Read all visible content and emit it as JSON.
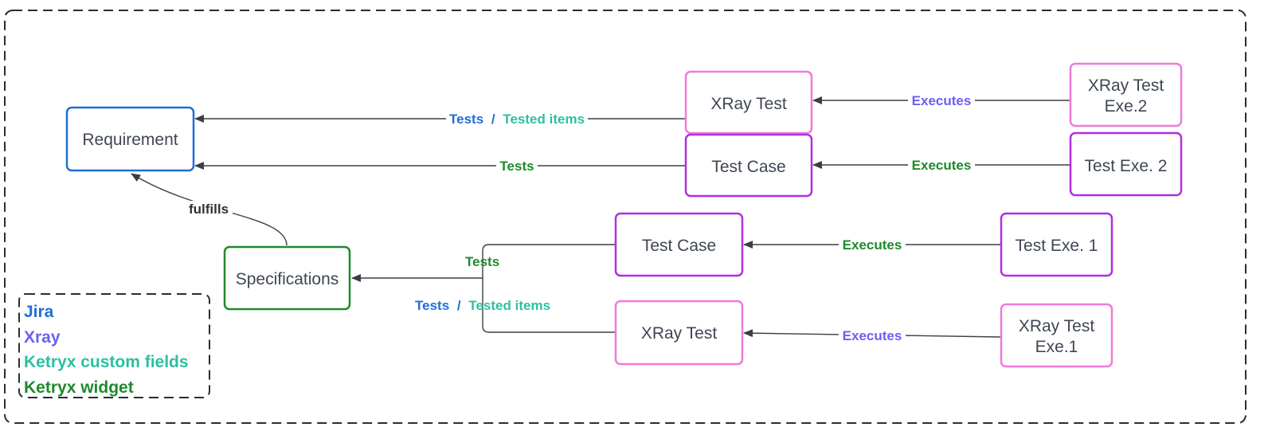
{
  "colors": {
    "jira": "#1f6fd6",
    "xray": "#6b5ff2",
    "ketryx_fields": "#2dbfa1",
    "ketryx_widget": "#1e8a2c",
    "xray_node": "#f07ad8",
    "test_node": "#b12ee3",
    "text": "#3f4654",
    "line": "#3a3f47"
  },
  "nodes": {
    "requirement": "Requirement",
    "specifications": "Specifications",
    "xray_test_top": "XRay Test",
    "test_case_top": "Test Case",
    "xray_exe2_line1": "XRay Test",
    "xray_exe2_line2": "Exe.2",
    "test_exe2": "Test Exe. 2",
    "test_case_bottom": "Test Case",
    "xray_test_bottom": "XRay Test",
    "test_exe1": "Test Exe. 1",
    "xray_exe1_line1": "XRay Test",
    "xray_exe1_line2": "Exe.1"
  },
  "edges": {
    "tests_word": "Tests",
    "slash": "/",
    "tested_items": "Tested items",
    "tests": "Tests",
    "executes": "Executes",
    "fulfills": "fulfills"
  },
  "legend": {
    "jira": "Jira",
    "xray": "Xray",
    "ketryx_fields": "Ketryx custom fields",
    "ketryx_widget": "Ketryx widget"
  }
}
